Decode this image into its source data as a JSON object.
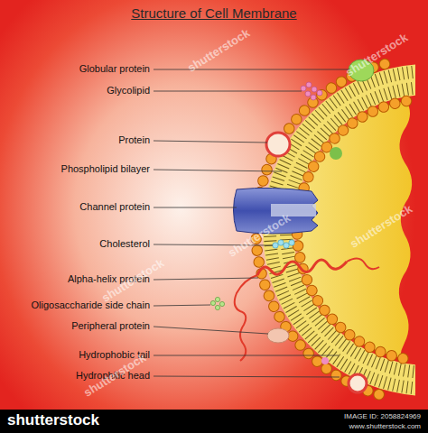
{
  "diagram": {
    "title": "Structure of Cell Membrane",
    "labels": [
      "Globular protein",
      "Glycolipid",
      "Protein",
      "Phospholipid bilayer",
      "Channel protein",
      "Cholesterol",
      "Alpha-helix protein",
      "Oligosaccharide side chain",
      "Peripheral protein",
      "Hydrophobic tail",
      "Hydrophilic head",
      "shutterstock",
      "shutterstock",
      "shutterstock",
      "shutterstock",
      "shutterstock",
      "shutterstock",
      "shutterstock",
      "IMAGE ID: 2058824969",
      "www.shutterstock.com"
    ]
  }
}
